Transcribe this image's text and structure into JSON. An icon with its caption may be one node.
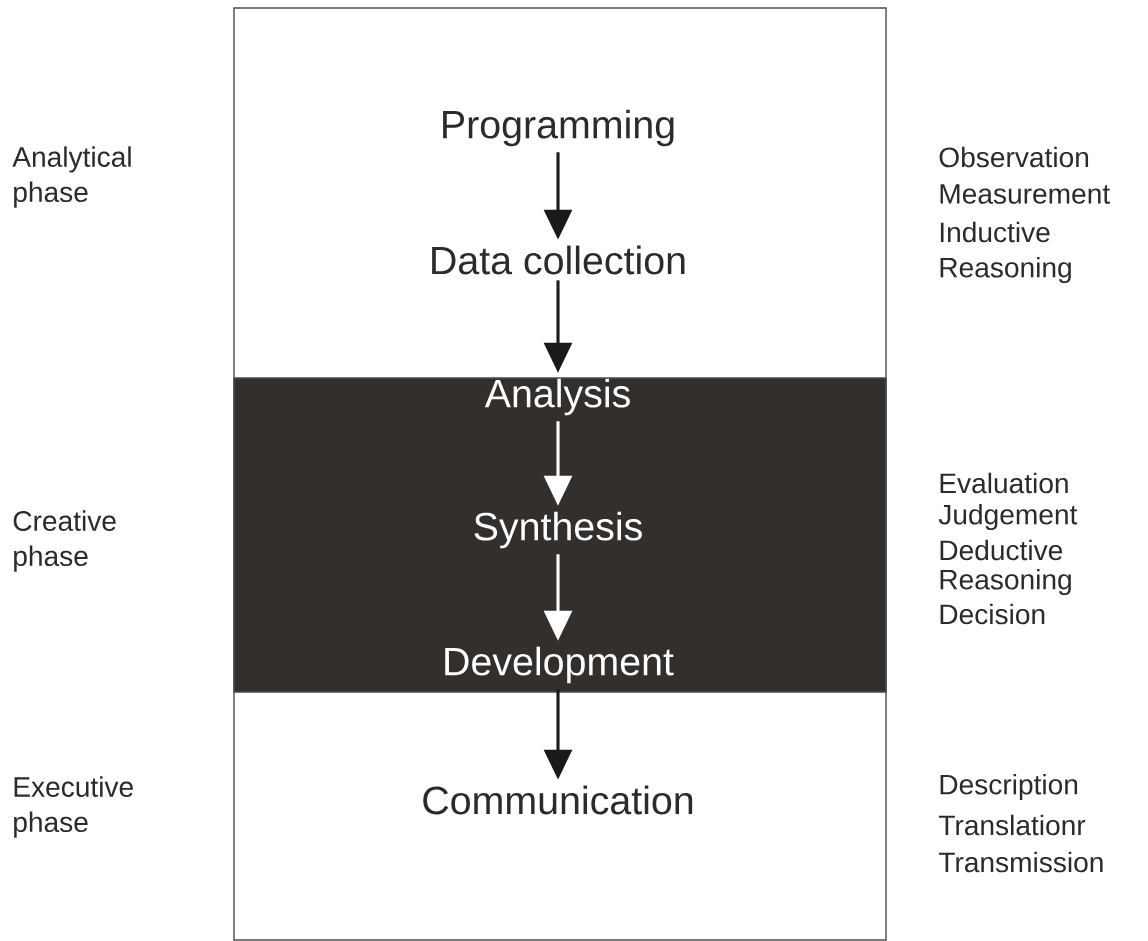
{
  "diagram": {
    "nodes": [
      {
        "text": [],
        "shape": "box"
      },
      {
        "text": [
          "Programming"
        ],
        "in": 0
      },
      {
        "text": [
          "Data collection"
        ],
        "in": 0
      },
      {
        "text": [],
        "shape": "box",
        "in": 0
      },
      {
        "text": [
          "Analysis"
        ],
        "in": 3
      },
      {
        "text": [
          "Synthesis"
        ],
        "in": 3
      },
      {
        "text": [
          "Development"
        ],
        "in": 3
      },
      {
        "text": [
          "Communication"
        ],
        "in": 0
      }
    ],
    "edges": [
      {
        "from": 1,
        "to": 2,
        "arrow": "to"
      },
      {
        "from": 2,
        "to": 4,
        "arrow": "to"
      },
      {
        "from": 4,
        "to": 5,
        "arrow": "to",
        "color": "#ffffff"
      },
      {
        "from": 5,
        "to": 6,
        "arrow": "to",
        "color": "#ffffff"
      },
      {
        "from": 6,
        "to": 7,
        "arrow": "to"
      }
    ],
    "labels": [
      "Analytical phase",
      "Observation",
      "Measurement",
      "Inductive",
      "Reasoning",
      "Creative phase",
      "Evaluation",
      "Judgement",
      "Deductive",
      "Reasoning",
      "Decision",
      "Executive phase",
      "Description",
      "Translationr",
      "Transmission"
    ]
  }
}
